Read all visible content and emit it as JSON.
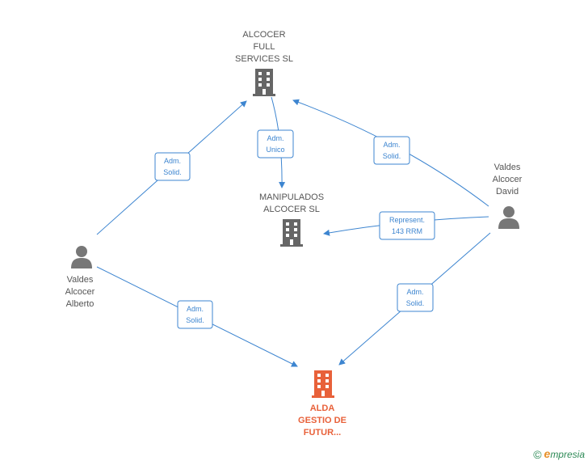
{
  "colors": {
    "edge": "#3d85d0",
    "company": "#666666",
    "main_company": "#e8613a",
    "person": "#777777",
    "brand": "#2e8b57"
  },
  "nodes": [
    {
      "id": "alcocer_full",
      "kind": "company",
      "lines": [
        "ALCOCER",
        "FULL",
        "SERVICES  SL"
      ]
    },
    {
      "id": "manipulados",
      "kind": "company",
      "lines": [
        "MANIPULADOS",
        "ALCOCER SL"
      ]
    },
    {
      "id": "alda",
      "kind": "main-company",
      "lines": [
        "ALDA",
        "GESTIO DE",
        "FUTUR..."
      ]
    },
    {
      "id": "alberto",
      "kind": "person",
      "lines": [
        "Valdes",
        "Alcocer",
        "Alberto"
      ]
    },
    {
      "id": "david",
      "kind": "person",
      "lines": [
        "Valdes",
        "Alcocer",
        "David"
      ]
    }
  ],
  "edges": [
    {
      "id": "alberto-alcocer",
      "lines": [
        "Adm.",
        "Solid."
      ]
    },
    {
      "id": "alcocer-manipulados",
      "lines": [
        "Adm.",
        "Unico"
      ]
    },
    {
      "id": "david-alcocer",
      "lines": [
        "Adm.",
        "Solid."
      ]
    },
    {
      "id": "david-manipulados",
      "lines": [
        "Represent.",
        "143 RRM"
      ]
    },
    {
      "id": "alberto-alda",
      "lines": [
        "Adm.",
        "Solid."
      ]
    },
    {
      "id": "david-alda",
      "lines": [
        "Adm.",
        "Solid."
      ]
    }
  ],
  "footer": {
    "copyright": "©",
    "brand_initial": "e",
    "brand_rest": "mpresia"
  }
}
